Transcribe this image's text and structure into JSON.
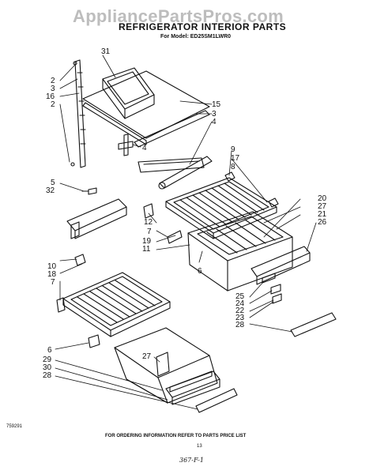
{
  "watermark": "AppliancePartsPros.com",
  "title": "REFRIGERATOR INTERIOR PARTS",
  "model_line": "For Model: ED25SM1LWR0",
  "footer_note": "FOR ORDERING INFORMATION REFER TO PARTS PRICE LIST",
  "page_number": "13",
  "diagram_code": "759291",
  "handwritten_note": "367-F-1",
  "callouts": {
    "c31": "31",
    "c2a": "2",
    "c3a": "3",
    "c16": "16",
    "c2b": "2",
    "c15": "15",
    "c3b": "3",
    "c4a": "4",
    "c4b": "4",
    "c9": "9",
    "c17": "17",
    "c8": "8",
    "c5": "5",
    "c32": "32",
    "c20": "20",
    "c27": "27",
    "c21": "21",
    "c26": "26",
    "c12": "12",
    "c7a": "7",
    "c19": "19",
    "c11": "11",
    "c10": "10",
    "c18": "18",
    "c7b": "7",
    "c6a": "6",
    "c25": "25",
    "c24": "24",
    "c22": "22",
    "c23": "23",
    "c28a": "28",
    "c6b": "6",
    "c29": "29",
    "c30": "30",
    "c28b": "28",
    "c27b": "27"
  }
}
